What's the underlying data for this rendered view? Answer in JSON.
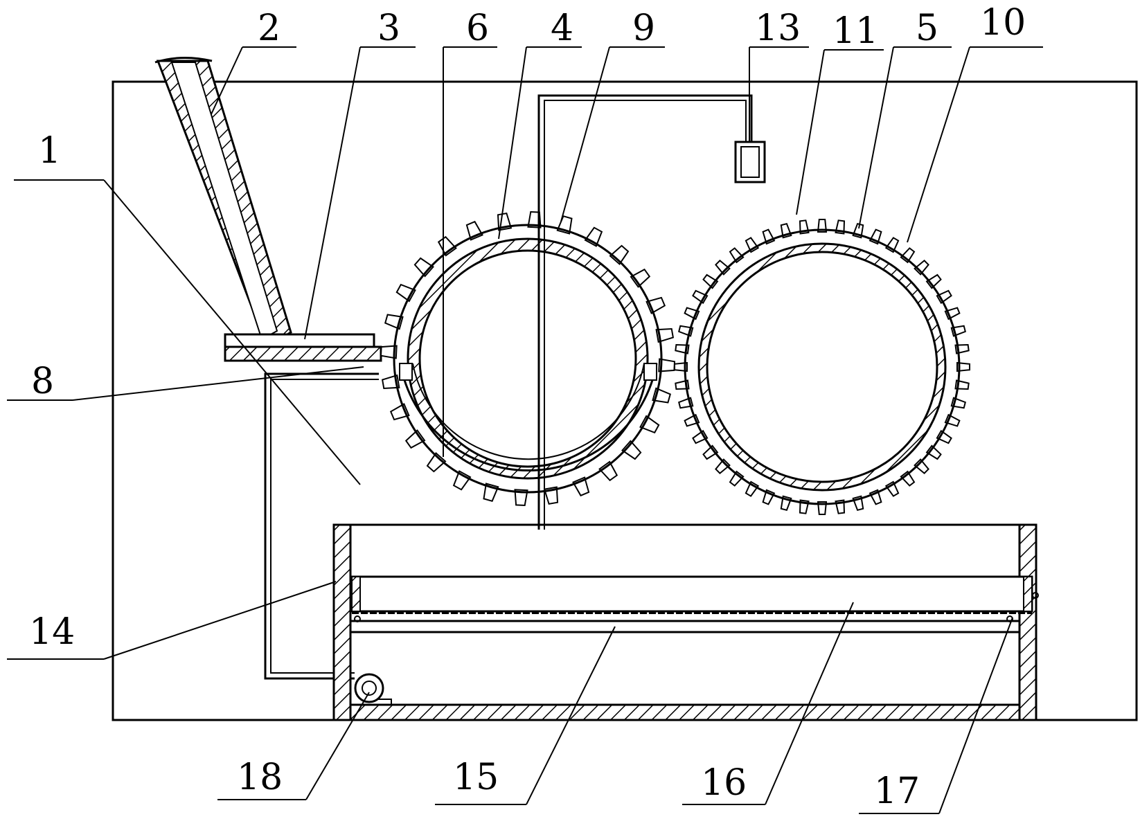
{
  "labels": {
    "l1": "1",
    "l2": "2",
    "l3": "3",
    "l4": "4",
    "l5": "5",
    "l6": "6",
    "l8": "8",
    "l9": "9",
    "l10": "10",
    "l11": "11",
    "l13": "13",
    "l14": "14",
    "l15": "15",
    "l16": "16",
    "l17": "17",
    "l18": "18"
  },
  "colors": {
    "line": "#000000",
    "background": "#ffffff"
  }
}
